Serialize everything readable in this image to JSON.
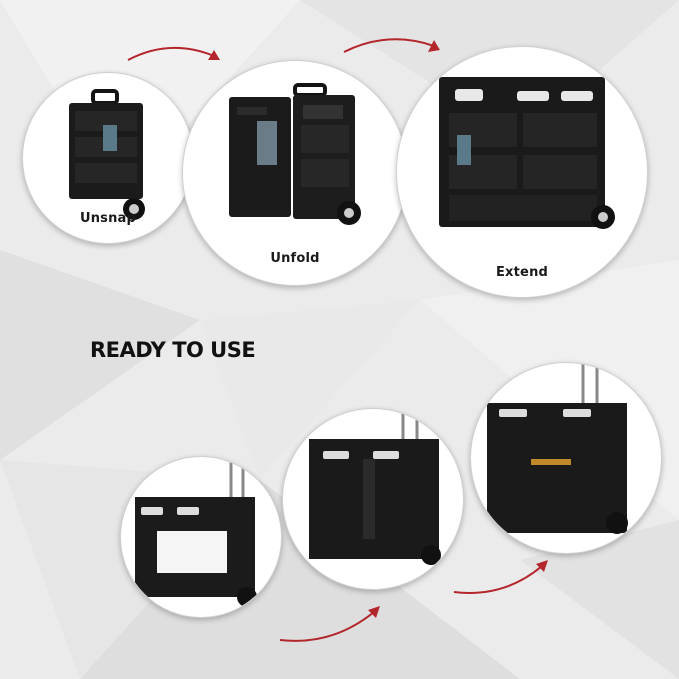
{
  "steps": {
    "unsnap": "Unsnap",
    "unfold": "Unfold",
    "extend": "Extend"
  },
  "headline": "READY TO USE",
  "colors": {
    "arrow": "#b3262b",
    "cart": "#141414",
    "background": "#ebebeb"
  },
  "icons": {
    "arrow": "curved-arrow-icon"
  }
}
